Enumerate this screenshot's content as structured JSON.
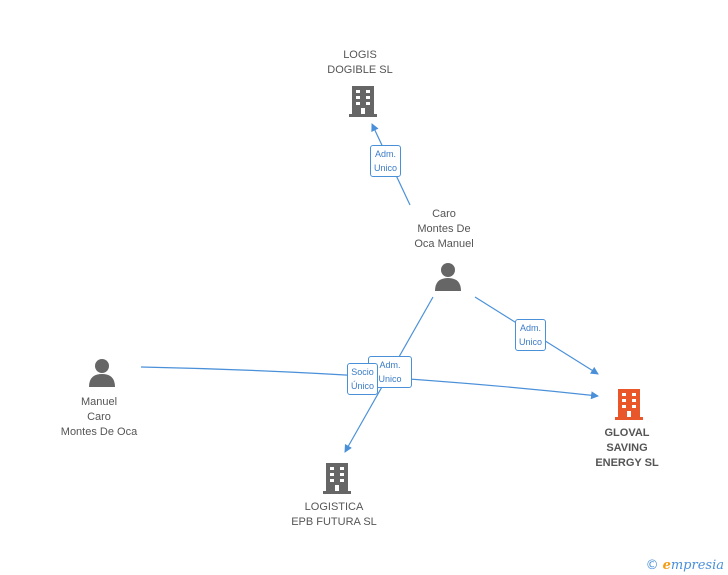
{
  "colors": {
    "edge": "#4a90d9",
    "company": "#666666",
    "main_company": "#e8562a",
    "person": "#666666"
  },
  "nodes": {
    "logis": {
      "label": "LOGIS\nDOGIBLE SL",
      "icon": "building-icon"
    },
    "caro": {
      "label": "Caro\nMontes De\nOca Manuel",
      "icon": "person-icon"
    },
    "manuel": {
      "label": "Manuel\nCaro\nMontes De Oca",
      "icon": "person-icon"
    },
    "gloval": {
      "label": "GLOVAL\nSAVING\nENERGY SL",
      "icon": "building-icon"
    },
    "logistica": {
      "label": "LOGISTICA\nEPB FUTURA SL",
      "icon": "building-icon"
    }
  },
  "relations": {
    "caro_logis": "Adm.\nUnico",
    "caro_gloval": "Adm.\nUnico",
    "caro_logistica_back": "Adm.\nUnico",
    "manuel_logistica": "Socio\nÚnico"
  },
  "footer": {
    "copyright": "©",
    "brand_e": "e",
    "brand_rest": "mpresia"
  }
}
